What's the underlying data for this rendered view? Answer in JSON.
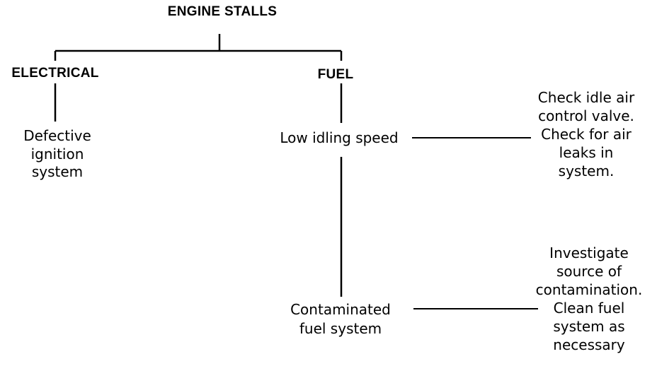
{
  "title": "ENGINE STALLS",
  "branches": {
    "electrical": {
      "label": "ELECTRICAL",
      "cause_lines": [
        "Defective",
        "ignition",
        "system"
      ]
    },
    "fuel": {
      "label": "FUEL",
      "low_idle": {
        "cause": "Low idling speed",
        "remedy_lines": [
          "Check idle air",
          "control valve.",
          "Check for air",
          "leaks in",
          "system."
        ]
      },
      "contaminated": {
        "cause_lines": [
          "Contaminated",
          "fuel system"
        ],
        "remedy_lines": [
          "Investigate",
          "source of",
          "contamination.",
          "Clean fuel",
          "system as",
          "necessary"
        ]
      }
    }
  }
}
